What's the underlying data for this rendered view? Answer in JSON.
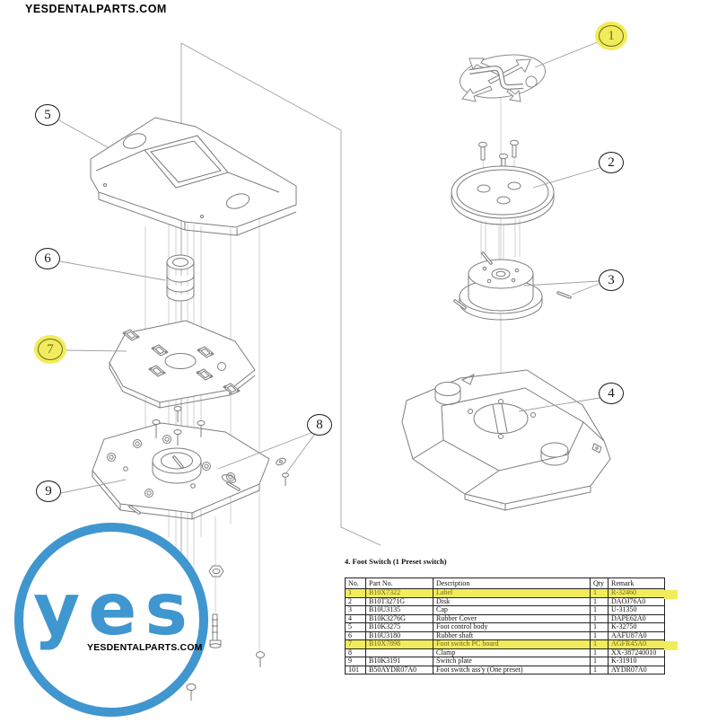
{
  "header": {
    "site": "YESDENTALPARTS.COM"
  },
  "diagram": {
    "callouts": [
      {
        "label": "1",
        "highlight": true
      },
      {
        "label": "2",
        "highlight": false
      },
      {
        "label": "3",
        "highlight": false
      },
      {
        "label": "4",
        "highlight": false
      },
      {
        "label": "5",
        "highlight": false
      },
      {
        "label": "6",
        "highlight": false
      },
      {
        "label": "7",
        "highlight": true
      },
      {
        "label": "8",
        "highlight": false
      },
      {
        "label": "9",
        "highlight": false
      }
    ]
  },
  "parts_table": {
    "title": "4. Foot Switch (1 Preset switch)",
    "columns": [
      "No.",
      "Part No.",
      "Description",
      "Qty",
      "Remark"
    ],
    "rows": [
      {
        "no": "1",
        "part_no": "B10X7322",
        "description": "Label",
        "qty": "1",
        "remark": "R-32460",
        "highlight": true
      },
      {
        "no": "2",
        "part_no": "B10T3271G",
        "description": "Disk",
        "qty": "1",
        "remark": "DAOJ76A0",
        "highlight": false
      },
      {
        "no": "3",
        "part_no": "B10U3135",
        "description": "Cap",
        "qty": "1",
        "remark": "U-31350",
        "highlight": false
      },
      {
        "no": "4",
        "part_no": "B10K3276G",
        "description": "Rubber Cover",
        "qty": "1",
        "remark": "DAPE62A0",
        "highlight": false
      },
      {
        "no": "5",
        "part_no": "B10K3275",
        "description": "Foot control body",
        "qty": "1",
        "remark": "K-32750",
        "highlight": false
      },
      {
        "no": "6",
        "part_no": "B10U3180",
        "description": "Rubber shaft",
        "qty": "1",
        "remark": "AAFU87A0",
        "highlight": false
      },
      {
        "no": "7",
        "part_no": "B10X7898",
        "description": "Foot switch PC board",
        "qty": "1",
        "remark": "AGFR45A0",
        "highlight": true
      },
      {
        "no": "8",
        "part_no": "",
        "description": "Clamp",
        "qty": "1",
        "remark": "XX-387240010",
        "highlight": false
      },
      {
        "no": "9",
        "part_no": "B10K3191",
        "description": "Switch plate",
        "qty": "1",
        "remark": "K-31910",
        "highlight": false
      },
      {
        "no": "101",
        "part_no": "B50AYDR07A0",
        "description": "Foot switch ass'y (One preset)",
        "qty": "1",
        "remark": "AYDR07A0",
        "highlight": false
      }
    ]
  },
  "logo": {
    "wordmark": "yes",
    "site": "YESDENTALPARTS.COM"
  },
  "colors": {
    "highlight": "#f1ec5c",
    "highlight_ink": "#6e6a1e",
    "logo_blue": "#4096cf"
  }
}
